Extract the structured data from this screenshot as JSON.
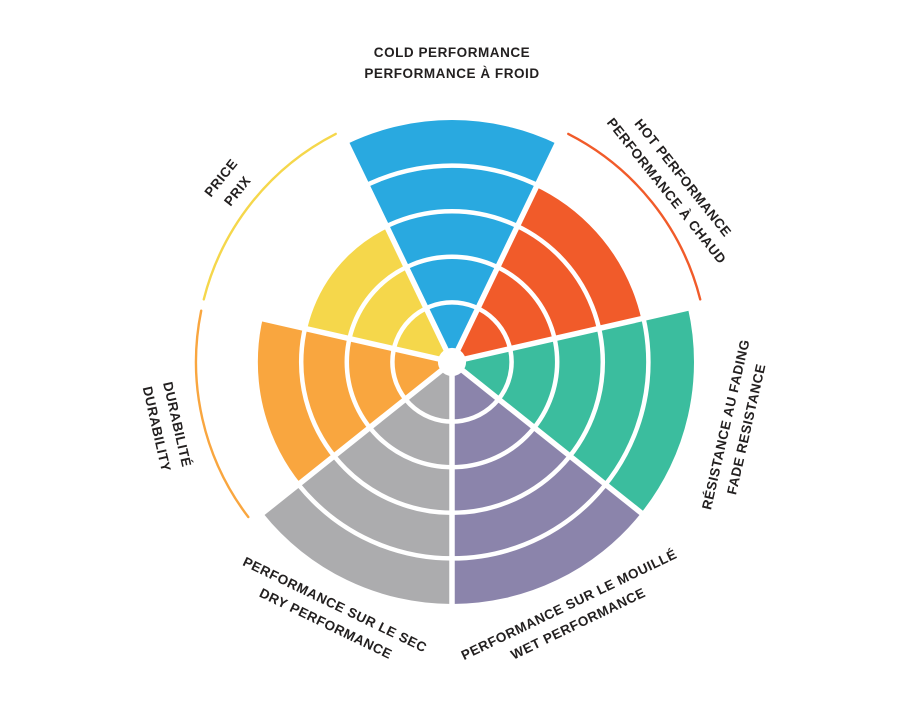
{
  "page": {
    "background_color": "#FFFFFF",
    "text_color": "#232020"
  },
  "chart_data": {
    "type": "polar-sector",
    "description": "Seven-segment circular performance wheel, each wedge filled to a rating out of 5 rings; non-full wedges show a thin outer arc marking the maximum ring",
    "rings": 5,
    "scale": [
      0,
      5
    ],
    "start_angle_deg": 0,
    "direction": "clockwise",
    "categories": [
      {
        "id": "cold-performance",
        "label_line1": "COLD PERFORMANCE",
        "label_line2": "PERFORMANCE À FROID",
        "value": 5,
        "color": "#29A9E0"
      },
      {
        "id": "hot-performance",
        "label_line1": "HOT PERFORMANCE",
        "label_line2": "PERFORMANCE À CHAUD",
        "value": 4,
        "color": "#F15B2A"
      },
      {
        "id": "fade-resistance",
        "label_line1": "RÉSISTANCE AU FADING",
        "label_line2": "FADE RESISTANCE",
        "value": 5,
        "color": "#3BBD9E"
      },
      {
        "id": "wet-performance",
        "label_line1": "PERFORMANCE SUR LE MOUILLÉ",
        "label_line2": "WET PERFORMANCE",
        "value": 5,
        "color": "#8B84AB"
      },
      {
        "id": "dry-performance",
        "label_line1": "PERFORMANCE SUR LE SEC",
        "label_line2": "DRY PERFORMANCE",
        "value": 5,
        "color": "#ACACAE"
      },
      {
        "id": "durability",
        "label_line1": "DURABILITÉ",
        "label_line2": "DURABILITY",
        "value": 4,
        "color": "#F9A63F"
      },
      {
        "id": "price",
        "label_line1": "PRICE",
        "label_line2": "PRIX",
        "value": 3,
        "color": "#F5D74B"
      }
    ]
  }
}
